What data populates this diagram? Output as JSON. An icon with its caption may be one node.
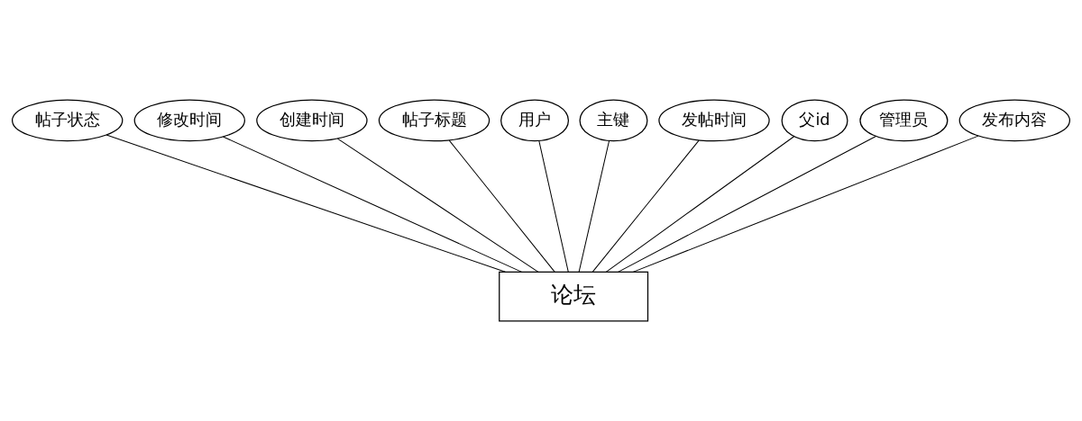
{
  "diagram": {
    "nodes": [
      {
        "text": [
          "帖子状态"
        ]
      },
      {
        "text": [
          "修改时间"
        ]
      },
      {
        "text": [
          "创建时间"
        ]
      },
      {
        "text": [
          "帖子标题"
        ]
      },
      {
        "text": [
          "用户"
        ]
      },
      {
        "text": [
          "主键"
        ]
      },
      {
        "text": [
          "发帖时间"
        ]
      },
      {
        "text": [
          "父id"
        ]
      },
      {
        "text": [
          "管理员"
        ]
      },
      {
        "text": [
          "发布内容"
        ]
      },
      {
        "text": [
          "论坛"
        ]
      }
    ],
    "edges": [
      {
        "from": 10,
        "to": 0,
        "arrow": "none"
      },
      {
        "from": 10,
        "to": 1,
        "arrow": "none"
      },
      {
        "from": 10,
        "to": 2,
        "arrow": "none"
      },
      {
        "from": 10,
        "to": 3,
        "arrow": "none"
      },
      {
        "from": 10,
        "to": 4,
        "arrow": "none"
      },
      {
        "from": 10,
        "to": 5,
        "arrow": "none"
      },
      {
        "from": 10,
        "to": 6,
        "arrow": "none"
      },
      {
        "from": 10,
        "to": 7,
        "arrow": "none"
      },
      {
        "from": 10,
        "to": 8,
        "arrow": "none"
      },
      {
        "from": 10,
        "to": 9,
        "arrow": "none"
      }
    ]
  }
}
